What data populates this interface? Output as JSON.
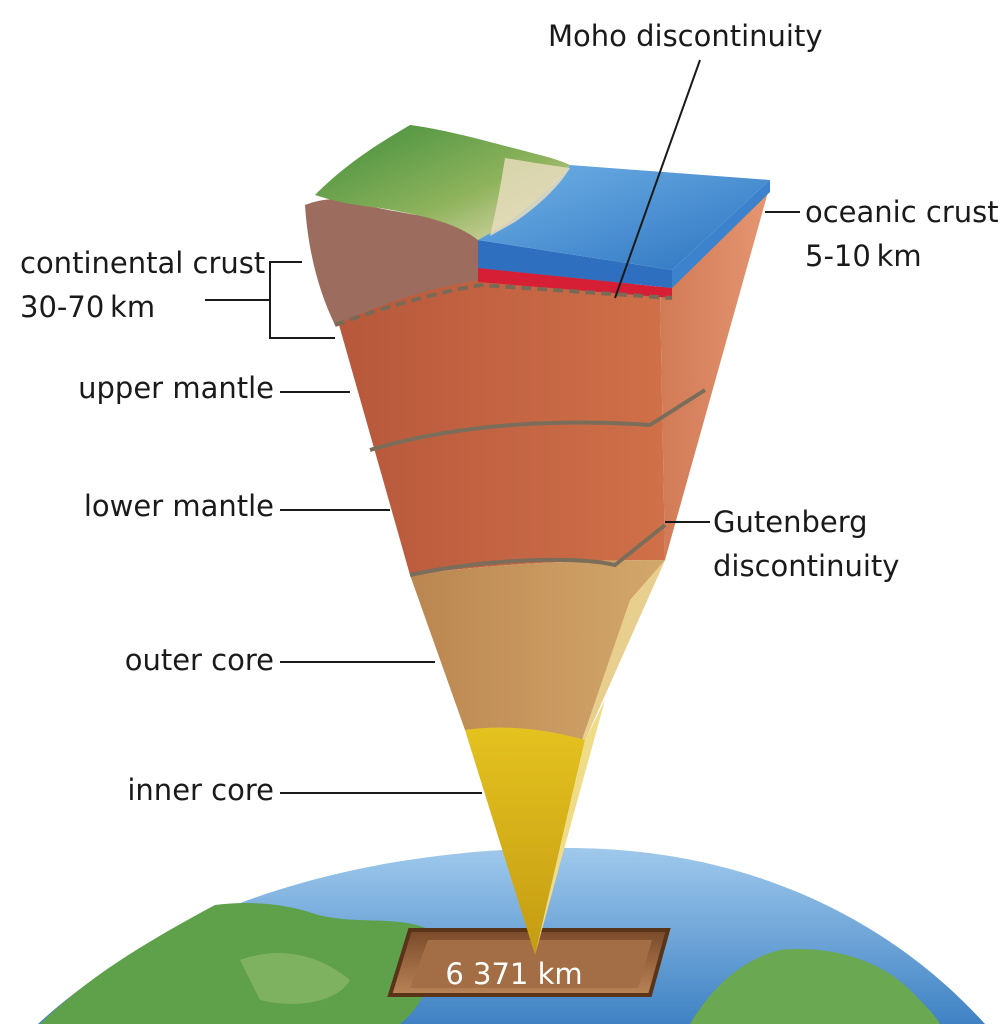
{
  "labels": {
    "moho": "Moho discontinuity",
    "oceanic_crust": "oceanic crust",
    "oceanic_crust_depth": "5-10 km",
    "continental_crust": "continental crust",
    "continental_crust_depth": "30-70 km",
    "upper_mantle": "upper mantle",
    "lower_mantle": "lower mantle",
    "gutenberg": "Gutenberg",
    "gutenberg_2": "discontinuity",
    "outer_core": "outer core",
    "inner_core": "inner core",
    "radius": "6 371 km"
  },
  "colors": {
    "land": "#4e9a3f",
    "ocean": "#3a86c8",
    "continental_crust": "#9a6a5c",
    "mantle": "#c86a43",
    "outer_core": "#c9995e",
    "inner_core": "#d4b21a",
    "globe_ocean": "#5c9ad0",
    "leader_line": "#1a1a1a"
  }
}
